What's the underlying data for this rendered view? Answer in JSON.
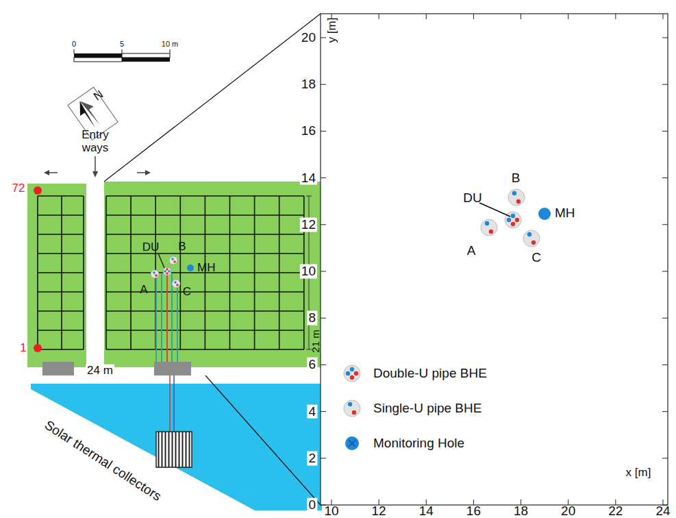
{
  "diagram": {
    "labels": [
      "0",
      "5",
      "10 m",
      "N",
      "Entry ways",
      "72",
      "1",
      "DU",
      "B",
      "MH",
      "A",
      "C",
      "21 m",
      "24 m",
      "Solar thermal collectors",
      "y [m]",
      "20",
      "18",
      "16",
      "14",
      "12",
      "10",
      "8",
      "6",
      "4",
      "2",
      "0",
      "DU",
      "B",
      "MH",
      "A",
      "C",
      "x [m]",
      "10",
      "12",
      "14",
      "16",
      "18",
      "20",
      "22",
      "24"
    ],
    "legend": [
      {
        "text": "Double-U pipe BHE"
      },
      {
        "text": "Single-U pipe BHE"
      },
      {
        "text": "Monitoring Hole"
      }
    ]
  }
}
